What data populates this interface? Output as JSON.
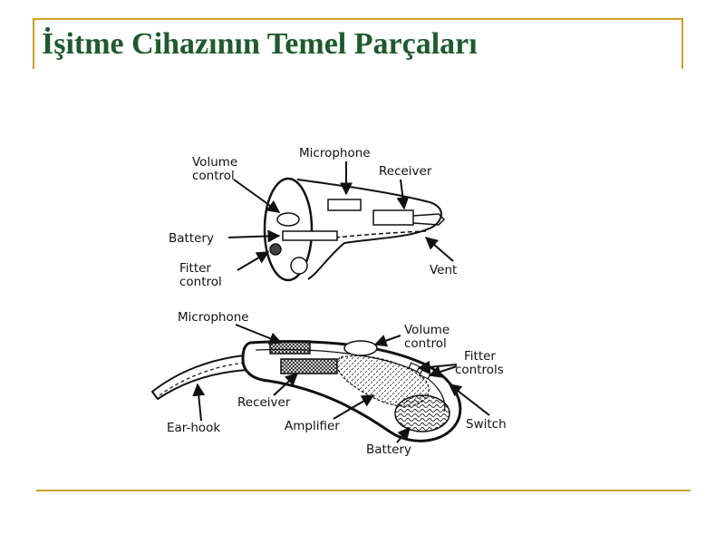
{
  "slide": {
    "title": "İşitme Cihazının Temel Parçaları",
    "accent_color": "#c9a227",
    "title_color": "#1f5a2e"
  },
  "ite_diagram": {
    "labels": {
      "volume_control_1": "Volume",
      "volume_control_2": "control",
      "microphone": "Microphone",
      "receiver": "Receiver",
      "battery": "Battery",
      "fitter_control_1": "Fitter",
      "fitter_control_2": "control",
      "vent": "Vent"
    }
  },
  "bte_diagram": {
    "labels": {
      "microphone": "Microphone",
      "volume_control_1": "Volume",
      "volume_control_2": "control",
      "fitter_controls_1": "Fitter",
      "fitter_controls_2": "controls",
      "receiver": "Receiver",
      "ear_hook": "Ear-hook",
      "amplifier": "Amplifier",
      "switch": "Switch",
      "battery": "Battery"
    }
  }
}
